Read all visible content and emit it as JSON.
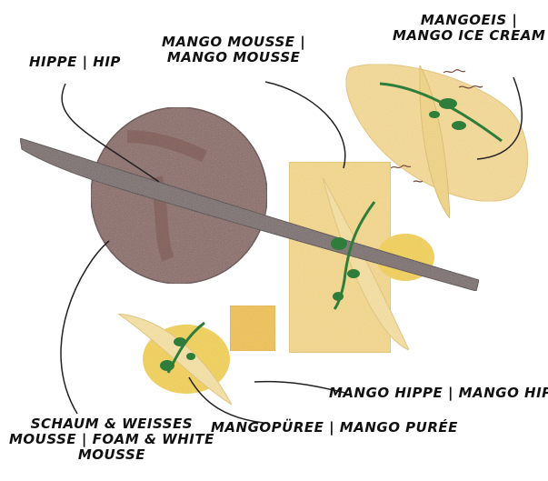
{
  "labels": {
    "hip": "HIPPE | HIP",
    "mango_mousse": [
      "MANGO MOUSSE |",
      "MANGO MOUSSE"
    ],
    "mango_ice_cream": [
      "MANGOEIS |",
      "MANGO ICE CREAM"
    ],
    "foam_white_mousse": [
      "SCHAUM & WEISSES",
      "MOUSSE | FOAM & WHITE",
      "MOUSSE"
    ],
    "mango_puree": "MANGOPÜREE | MANGO PURÉE",
    "mango_hip": "MANGO HIPPE | MANGO HIP"
  },
  "colors": {
    "foam_disc": "#8a6a66",
    "hip_stick": "#7a6c6c",
    "mango_pale": "#f6d98a",
    "mango_deep": "#f2c24a",
    "puree": "#f4d24e",
    "herb": "#2f7d3a",
    "outline": "#222222"
  }
}
